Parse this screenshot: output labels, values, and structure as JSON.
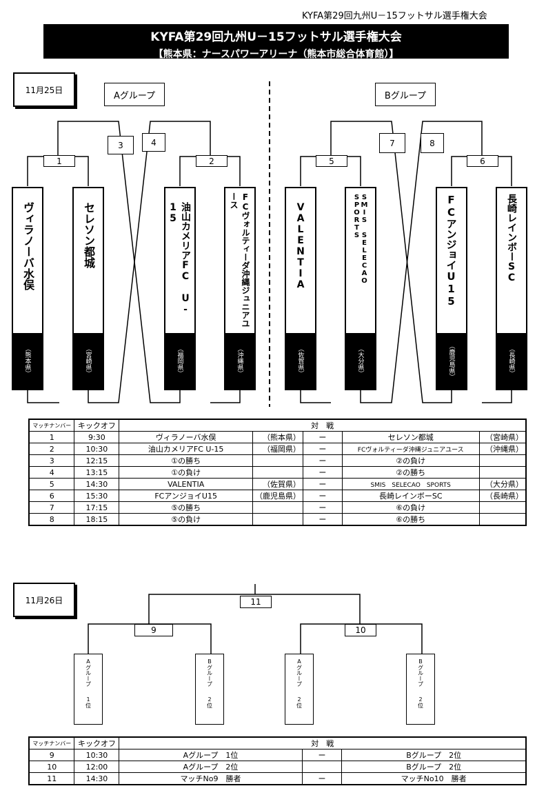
{
  "header": {
    "small_title": "KYFA第29回九州U－15フットサル選手権大会"
  },
  "banner": {
    "title": "KYFA第29回九州U－15フットサル選手権大会",
    "venue": "【熊本県：ナースパワーアリーナ（熊本市総合体育館）】"
  },
  "day1": {
    "date": "11月25日",
    "group_a": "Aグループ",
    "group_b": "Bグループ",
    "match_numbers": [
      "1",
      "2",
      "3",
      "4",
      "5",
      "6",
      "7",
      "8"
    ],
    "teams": [
      {
        "name": "ヴィラノーバ水俣",
        "pref": "（熊本県）"
      },
      {
        "name": "セレソン都城",
        "pref": "（宮崎県）"
      },
      {
        "name": "油山カメリアFC U-15",
        "pref": "（福岡県）"
      },
      {
        "name": "FCヴォルティーダ沖縄ジュニアユース",
        "pref": "（沖縄県）"
      },
      {
        "name": "VALENTIA",
        "pref": "（佐賀県）"
      },
      {
        "name": "SMIS SELECAO SPORTS",
        "pref": "（大分県）"
      },
      {
        "name": "FCアンジョイU15",
        "pref": "（鹿児島県）"
      },
      {
        "name": "長崎レインボーSC",
        "pref": "（長崎県）"
      }
    ],
    "table_headers": [
      "マッチナンバー",
      "キックオフ",
      "対　戦"
    ],
    "rows": [
      {
        "no": "1",
        "time": "9:30",
        "home": "ヴィラノーバ水俣",
        "home_pref": "（熊本県）",
        "vs": "ー",
        "away": "セレソン都城",
        "away_pref": "（宮崎県）"
      },
      {
        "no": "2",
        "time": "10:30",
        "home": "油山カメリアFC U-15",
        "home_pref": "（福岡県）",
        "vs": "ー",
        "away": "FCヴォルティーダ沖縄ジュニアユース",
        "away_pref": "（沖縄県）"
      },
      {
        "no": "3",
        "time": "12:15",
        "home": "①の勝ち",
        "home_pref": "",
        "vs": "ー",
        "away": "②の負け",
        "away_pref": ""
      },
      {
        "no": "4",
        "time": "13:15",
        "home": "①の負け",
        "home_pref": "",
        "vs": "ー",
        "away": "②の勝ち",
        "away_pref": ""
      },
      {
        "no": "5",
        "time": "14:30",
        "home": "VALENTIA",
        "home_pref": "（佐賀県）",
        "vs": "ー",
        "away": "SMIS　SELECAO　SPORTS",
        "away_pref": "（大分県）"
      },
      {
        "no": "6",
        "time": "15:30",
        "home": "FCアンジョイU15",
        "home_pref": "（鹿児島県）",
        "vs": "ー",
        "away": "長崎レインボーSC",
        "away_pref": "（長崎県）"
      },
      {
        "no": "7",
        "time": "17:15",
        "home": "⑤の勝ち",
        "home_pref": "",
        "vs": "ー",
        "away": "⑥の負け",
        "away_pref": ""
      },
      {
        "no": "8",
        "time": "18:15",
        "home": "⑤の負け",
        "home_pref": "",
        "vs": "ー",
        "away": "⑥の勝ち",
        "away_pref": ""
      }
    ]
  },
  "day2": {
    "date": "11月26日",
    "match_numbers": [
      "9",
      "10",
      "11"
    ],
    "seeds": [
      {
        "group": "Aグループ",
        "rank": "1位"
      },
      {
        "group": "Bグループ",
        "rank": "2位"
      },
      {
        "group": "Aグループ",
        "rank": "2位"
      },
      {
        "group": "Bグループ",
        "rank": "2位"
      }
    ],
    "table_headers": [
      "マッチナンバー",
      "キックオフ",
      "対　戦"
    ],
    "rows": [
      {
        "no": "9",
        "time": "10:30",
        "home": "Aグループ　1位",
        "vs": "ー",
        "away": "Bグループ　2位"
      },
      {
        "no": "10",
        "time": "12:00",
        "home": "Aグループ　2位",
        "vs": "",
        "away": "Bグループ　2位"
      },
      {
        "no": "11",
        "time": "14:30",
        "home": "マッチNo9　勝者",
        "vs": "ー",
        "away": "マッチNo10　勝者"
      }
    ]
  }
}
